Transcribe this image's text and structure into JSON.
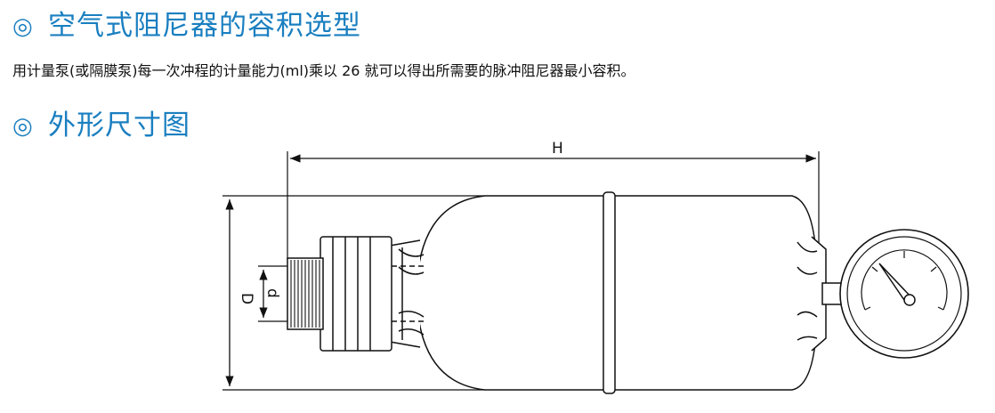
{
  "section1": {
    "bullet": "◎",
    "title": "空气式阻尼器的容积选型",
    "description": "用计量泵(或隔膜泵)每一次冲程的计量能力(ml)乘以 26 就可以得出所需要的脉冲阻尼器最小容积。"
  },
  "section2": {
    "bullet": "◎",
    "title": "外形尺寸图"
  },
  "drawing": {
    "label_H": "H",
    "label_D": "D",
    "label_d": "d"
  },
  "colors": {
    "heading": "#1a7fc0",
    "text": "#111111"
  }
}
